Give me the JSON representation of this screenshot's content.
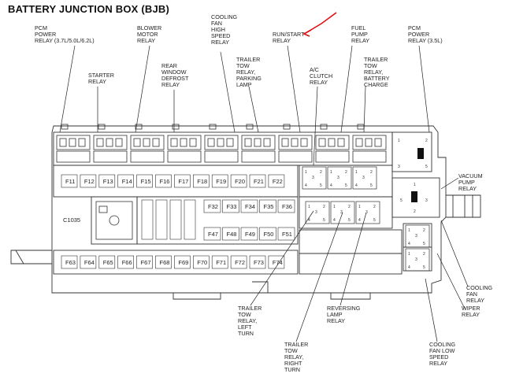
{
  "title": "BATTERY JUNCTION BOX (BJB)",
  "labels": {
    "pcm_power_relay_v8": "PCM\nPOWER\nRELAY (3.7L/5.0L/6.2L)",
    "starter_relay": "STARTER\nRELAY",
    "blower_motor_relay": "BLOWER\nMOTOR\nRELAY",
    "rear_window_defrost_relay": "REAR\nWINDOW\nDEFROST\nRELAY",
    "cooling_fan_high_speed_relay": "COOLING\nFAN\nHIGH\nSPEED\nRELAY",
    "trailer_tow_parking_lamp": "TRAILER\nTOW\nRELAY,\nPARKING\nLAMP",
    "run_start_relay": "RUN/START\nRELAY",
    "ac_clutch_relay": "A/C\nCLUTCH\nRELAY",
    "fuel_pump_relay": "FUEL\nPUMP\nRELAY",
    "trailer_tow_battery_charge": "TRAILER\nTOW\nRELAY,\nBATTERY\nCHARGE",
    "pcm_power_relay_35": "PCM\nPOWER\nRELAY (3.5L)",
    "vacuum_pump_relay": "VACUUM\nPUMP\nRELAY",
    "c1035": "C1035",
    "cooling_fan_relay": "COOLING\nFAN\nRELAY",
    "wiper_relay": "WIPER\nRELAY",
    "trailer_tow_left_turn": "TRAILER\nTOW\nRELAY,\nLEFT\nTURN",
    "reversing_lamp_relay": "REVERSING\nLAMP\nRELAY",
    "trailer_tow_right_turn": "TRAILER\nTOW\nRELAY,\nRIGHT\nTURN",
    "cooling_fan_low_speed_relay": "COOLING\nFAN LOW\nSPEED\nRELAY"
  },
  "fuses_row1": [
    "F11",
    "F12",
    "F13",
    "F14",
    "F15",
    "F16",
    "F17",
    "F18",
    "F19",
    "F20",
    "F21",
    "F22"
  ],
  "fuses_row2": [
    "F32",
    "F33",
    "F34",
    "F35",
    "F36"
  ],
  "fuses_row3": [
    "F47",
    "F48",
    "F49",
    "F50",
    "F51"
  ],
  "fuses_row4": [
    "F63",
    "F64",
    "F65",
    "F66",
    "F67",
    "F68",
    "F69",
    "F70",
    "F71",
    "F72",
    "F73",
    "F74"
  ],
  "relay_pins": [
    "1",
    "2",
    "3",
    "4",
    "5"
  ],
  "colors": {
    "line": "#333333",
    "annotation": "#e01010",
    "background": "#ffffff"
  }
}
